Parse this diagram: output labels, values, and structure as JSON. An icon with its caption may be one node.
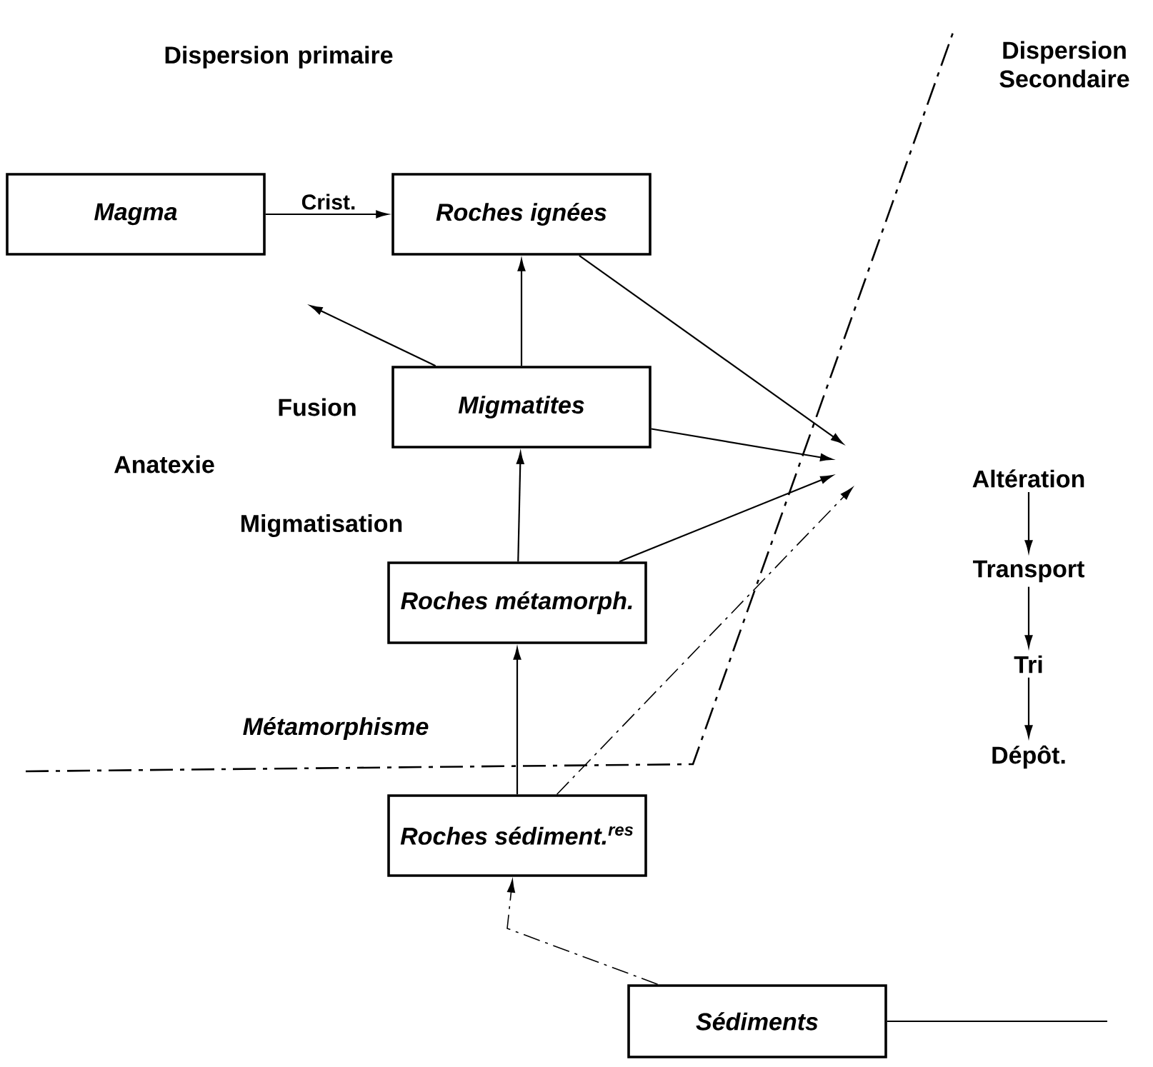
{
  "diagram": {
    "nodes": [
      {
        "text": [
          "Magma"
        ]
      },
      {
        "text": [
          "Roches ignées"
        ]
      },
      {
        "text": [
          "Migmatites"
        ]
      },
      {
        "text": [
          "Roches métamorph."
        ]
      },
      {
        "text": [
          "Roches sédiment.$^{res}$"
        ]
      },
      {
        "text": [
          "Sédiments"
        ]
      },
      {
        "text": [
          "Altération"
        ]
      },
      {
        "text": [
          "Transport"
        ]
      },
      {
        "text": [
          "Tri"
        ]
      },
      {
        "text": [
          "Dépôt."
        ]
      }
    ],
    "edges": [
      {
        "from": 0,
        "to": 1,
        "arrow": "to",
        "label": "Crist."
      },
      {
        "from": 2,
        "to": 1,
        "arrow": "to"
      },
      {
        "from": 3,
        "to": 2,
        "arrow": "to"
      },
      {
        "from": 4,
        "to": 3,
        "arrow": "to"
      },
      {
        "from": 5,
        "to": 4,
        "arrow": "to",
        "style": "dashed"
      },
      {
        "from": 2,
        "to": null,
        "arrow": "to"
      },
      {
        "from": 1,
        "to": null,
        "arrow": "to"
      },
      {
        "from": 2,
        "to": null,
        "arrow": "to"
      },
      {
        "from": 3,
        "to": null,
        "arrow": "to"
      },
      {
        "from": 4,
        "to": null,
        "arrow": "to",
        "style": "dashed"
      },
      {
        "from": 5,
        "to": null,
        "arrow": "none"
      },
      {
        "from": 6,
        "to": 7,
        "arrow": "to"
      },
      {
        "from": 7,
        "to": 8,
        "arrow": "to"
      },
      {
        "from": 8,
        "to": 9,
        "arrow": "to"
      }
    ],
    "labels": [
      "Dispersion primaire",
      "Dispersion Secondaire",
      "Fusion",
      "Anatexie",
      "Migmatisation",
      "Métamorphisme"
    ]
  }
}
